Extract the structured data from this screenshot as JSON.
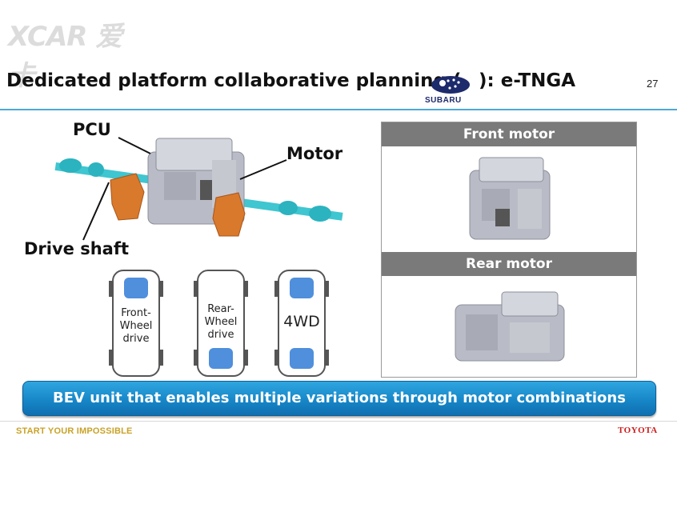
{
  "watermark": {
    "text": "XCAR 爱卡"
  },
  "header": {
    "title_left": "Dedicated platform collaborative planning (",
    "title_right": "): e-TNGA",
    "partner_logo_word": "SUBARU",
    "page_number": "27"
  },
  "diagram": {
    "labels": {
      "pcu": "PCU",
      "motor": "Motor",
      "drive_shaft": "Drive shaft"
    }
  },
  "drive_layouts": [
    {
      "label": "Front-\nWheel\ndrive",
      "front_motor": true,
      "rear_motor": false
    },
    {
      "label": "Rear-\nWheel\ndrive",
      "front_motor": false,
      "rear_motor": true
    },
    {
      "label": "4WD",
      "front_motor": true,
      "rear_motor": true
    }
  ],
  "motor_panel": {
    "front_header": "Front motor",
    "rear_header": "Rear motor"
  },
  "banner": {
    "text": "BEV unit that enables multiple variations through motor combinations"
  },
  "footer": {
    "tagline": "START YOUR IMPOSSIBLE",
    "brand": "TOYOTA"
  },
  "colors": {
    "accent_blue": "#1787c8",
    "rule_blue": "#4ea8d6",
    "motor_slot_blue": "#4f8fdc",
    "mount_orange": "#d9792b",
    "shaft_teal": "#3fc6d0",
    "panel_header_gray": "#7a7a7a",
    "tagline_gold": "#c9a227",
    "brand_red": "#cc1b1b"
  }
}
